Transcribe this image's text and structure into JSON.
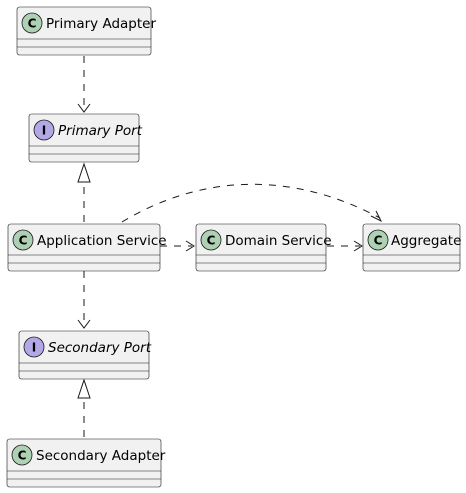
{
  "diagram": {
    "type": "uml-class",
    "nodes": [
      {
        "id": "primary-adapter",
        "name": "Primary Adapter",
        "kind": "class",
        "stereotype_letter": "C",
        "badge_color": "#ADD1B2"
      },
      {
        "id": "primary-port",
        "name": "Primary Port",
        "kind": "interface",
        "stereotype_letter": "I",
        "badge_color": "#B4A7E5"
      },
      {
        "id": "application-service",
        "name": "Application Service",
        "kind": "class",
        "stereotype_letter": "C",
        "badge_color": "#ADD1B2"
      },
      {
        "id": "domain-service",
        "name": "Domain Service",
        "kind": "class",
        "stereotype_letter": "C",
        "badge_color": "#ADD1B2"
      },
      {
        "id": "aggregate",
        "name": "Aggregate",
        "kind": "class",
        "stereotype_letter": "C",
        "badge_color": "#ADD1B2"
      },
      {
        "id": "secondary-port",
        "name": "Secondary Port",
        "kind": "interface",
        "stereotype_letter": "I",
        "badge_color": "#B4A7E5"
      },
      {
        "id": "secondary-adapter",
        "name": "Secondary Adapter",
        "kind": "class",
        "stereotype_letter": "C",
        "badge_color": "#ADD1B2"
      }
    ],
    "edges": [
      {
        "from": "primary-adapter",
        "to": "primary-port",
        "style": "dashed",
        "head": "open-arrow"
      },
      {
        "from": "application-service",
        "to": "primary-port",
        "style": "dashed",
        "head": "hollow-triangle"
      },
      {
        "from": "application-service",
        "to": "domain-service",
        "style": "dashed",
        "head": "open-arrow"
      },
      {
        "from": "domain-service",
        "to": "aggregate",
        "style": "dashed",
        "head": "open-arrow"
      },
      {
        "from": "application-service",
        "to": "aggregate",
        "style": "dashed",
        "head": "open-arrow"
      },
      {
        "from": "application-service",
        "to": "secondary-port",
        "style": "dashed",
        "head": "open-arrow"
      },
      {
        "from": "secondary-adapter",
        "to": "secondary-port",
        "style": "dashed",
        "head": "hollow-triangle"
      }
    ]
  }
}
